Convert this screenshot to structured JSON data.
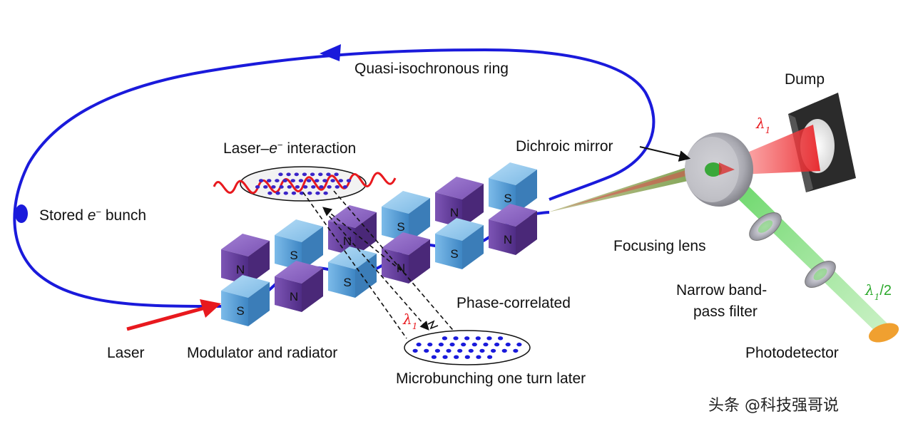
{
  "labels": {
    "ring": "Quasi-isochronous ring",
    "dump": "Dump",
    "interaction_pre": "Laser–",
    "interaction_e": "e",
    "interaction_sup": "−",
    "interaction_post": " interaction",
    "dichroic": "Dichroic mirror",
    "stored_pre": "Stored ",
    "stored_e": "e",
    "stored_sup": "−",
    "stored_post": " bunch",
    "focusing": "Focusing lens",
    "filter_line1": "Narrow band-",
    "filter_line2": "pass filter",
    "phase": "Phase-correlated",
    "laser": "Laser",
    "modulator": "Modulator and radiator",
    "photodetector": "Photodetector",
    "microbunching": "Microbunching one turn later",
    "lambda": "λ",
    "lambda_sub": "1",
    "half": "/2",
    "watermark": "头条 @科技强哥说"
  },
  "magnets": {
    "north": "N",
    "south": "S"
  },
  "colors": {
    "beam": "#1a1adb",
    "laser": "#e8191e",
    "green_light": "#3cc23c",
    "magnet_n": "#6b3fa0",
    "magnet_s": "#5aa0d8",
    "photodetector": "#f0a030",
    "dump": "#333333"
  }
}
